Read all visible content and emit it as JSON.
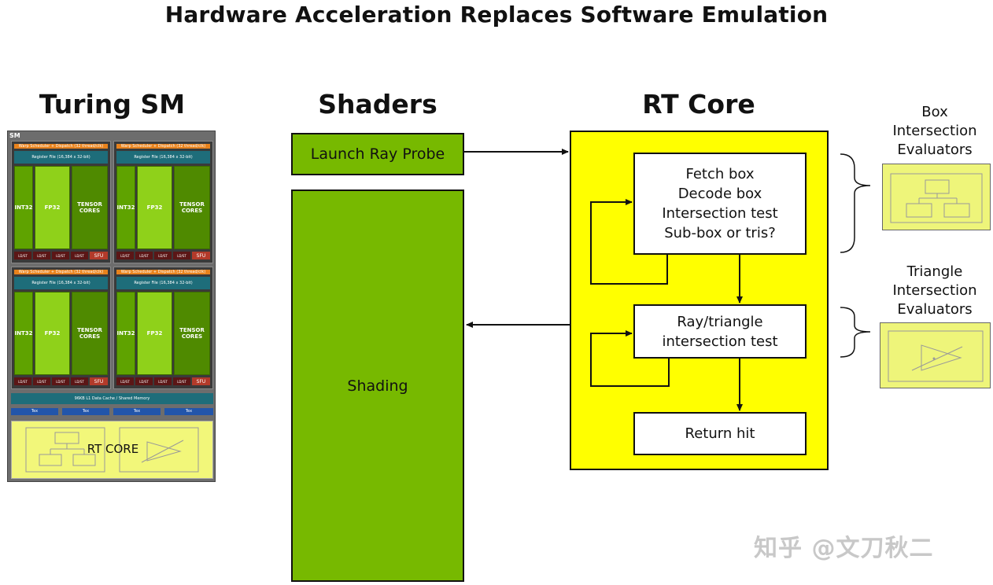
{
  "title": "Hardware Acceleration Replaces Software Emulation",
  "headings": {
    "turing_sm": "Turing SM",
    "shaders": "Shaders",
    "rt_core": "RT Core"
  },
  "shaders": {
    "launch": "Launch Ray Probe",
    "shading": "Shading"
  },
  "rt_core": {
    "box_lines": [
      "Fetch box",
      "Decode box",
      "Intersection test",
      "Sub-box or tris?"
    ],
    "tri_lines": [
      "Ray/triangle",
      "intersection test"
    ],
    "return_hit": "Return hit"
  },
  "evaluators": {
    "box_lines": [
      "Box",
      "Intersection",
      "Evaluators"
    ],
    "tri_lines": [
      "Triangle",
      "Intersection",
      "Evaluators"
    ]
  },
  "turing_sm_detail": {
    "sm_label": "SM",
    "warp": "Warp Scheduler + Dispatch (32 thread/clk)",
    "register_file": "Register File (16,384 x 32-bit)",
    "int32": "INT32",
    "fp32": "FP32",
    "tensor": [
      "TENSOR",
      "CORES"
    ],
    "ldst": "LD/ST",
    "sfu": "SFU",
    "l1": "96KB L1 Data Cache / Shared Memory",
    "tex": "Tex",
    "rt_core": "RT CORE"
  },
  "watermark": "知乎 @文刀秋二",
  "colors": {
    "shader_green": "#77b900",
    "rt_yellow": "#ffff00",
    "evaluator_yellow": "#eef57a"
  }
}
